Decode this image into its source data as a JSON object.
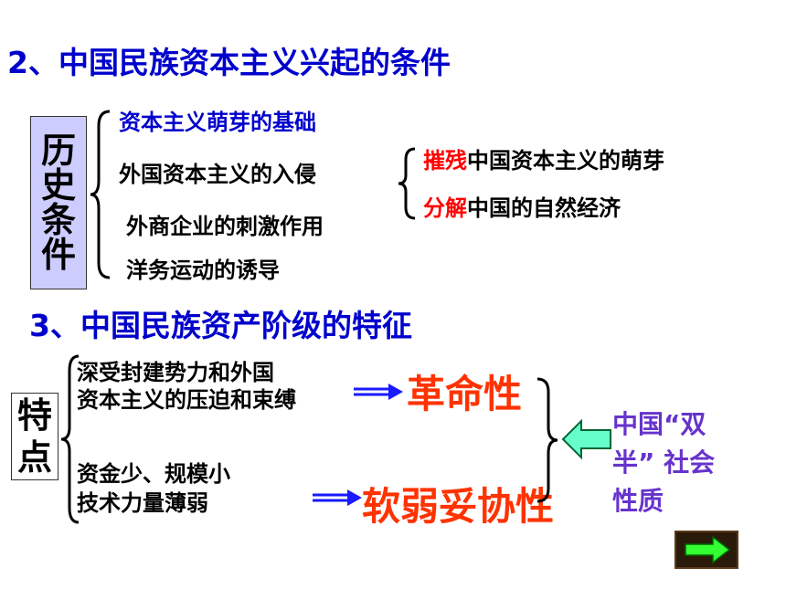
{
  "heading2": "2、中国民族资本主义兴起的条件",
  "conditions": {
    "box_chars": [
      "历",
      "史",
      "条",
      "件"
    ],
    "items": [
      "资本主义萌芽的基础",
      "外国资本主义的入侵",
      "外商企业的刺激作用",
      "洋务运动的诱导"
    ],
    "sub_items": [
      {
        "highlight": "摧残",
        "rest": "中国资本主义的萌芽"
      },
      {
        "highlight": "分解",
        "rest": "中国的自然经济"
      }
    ]
  },
  "heading3": "3、中国民族资产阶级的特征",
  "features": {
    "box_chars": [
      "特",
      "点"
    ],
    "group1": [
      "深受封建势力和外国",
      "资本主义的压迫和束缚"
    ],
    "group2": [
      "资金少、规模小",
      "技术力量薄弱"
    ],
    "result1": "革命性",
    "result2": "软弱妥协性",
    "nature": [
      "中国“双",
      "半” 社会",
      "性质"
    ]
  },
  "colors": {
    "heading": "#0000cc",
    "highlight": "#ff0000",
    "result": "#ff3300",
    "nature": "#6633cc",
    "box": "#ccccff"
  },
  "icons": {
    "next": "right-arrow-icon"
  }
}
